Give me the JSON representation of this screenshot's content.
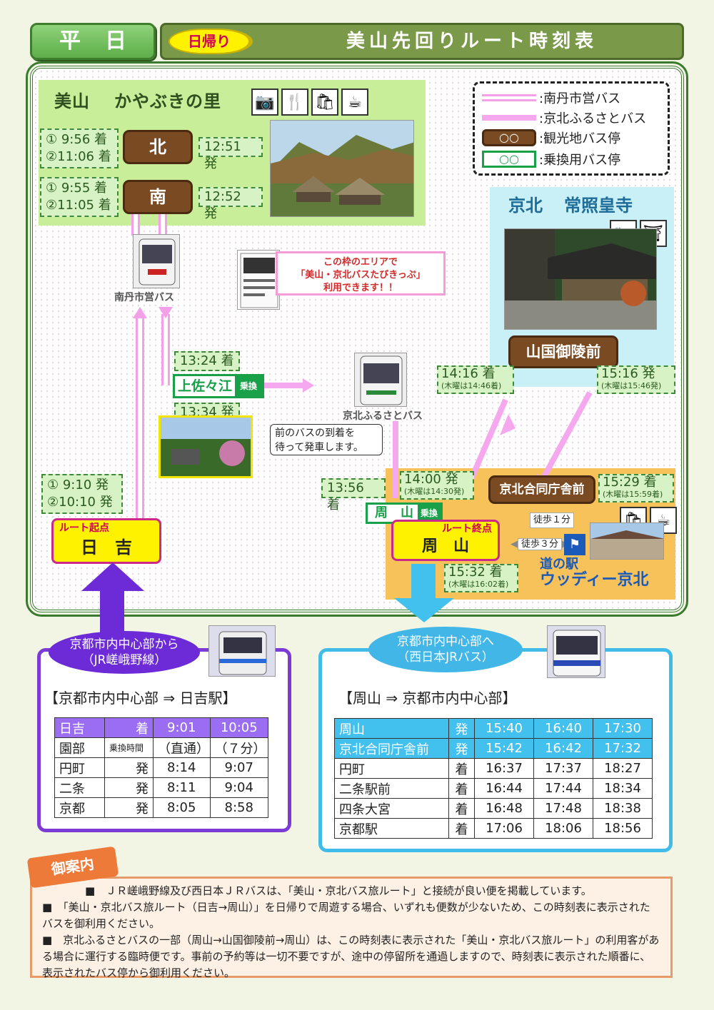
{
  "header": {
    "day": "平日",
    "badge": "日帰り",
    "title": "美山先回りルート時刻表"
  },
  "miyama": {
    "title_a": "美山",
    "title_b": "かやぶきの里",
    "icons": [
      "camera-icon",
      "restaurant-icon",
      "shopping-icon",
      "cafe-icon"
    ],
    "kita": {
      "name": "北",
      "arr1": "① 9:56 着",
      "arr2": "②11:06 着",
      "dep": "12:51 発"
    },
    "minami": {
      "name": "南",
      "arr1": "① 9:55 着",
      "arr2": "②11:05 着",
      "dep": "12:52 発"
    }
  },
  "legend": {
    "items": [
      ":南丹市営バス",
      ":京北ふるさとバス",
      ":観光地バス停",
      ":乗換用バス停"
    ],
    "stop_symbol": "○○"
  },
  "keihoku": {
    "title_a": "京北",
    "title_b": "常照皇寺",
    "icons": [
      "camera-icon",
      "temple-icon"
    ],
    "stop": "山国御陵前",
    "arr": "14:16 着",
    "arr_note": "(木曜は14:46着)",
    "dep": "15:16 発",
    "dep_note": "(木曜は15:46発)"
  },
  "nantan_bus": "南丹市営バス",
  "furusato_bus": "京北ふるさとバス",
  "ticket_note": {
    "line1": "この枠のエリアで",
    "line2": "「美山・京北バスたびきっぷ」",
    "line3": "利用できます！！"
  },
  "kamisazue": {
    "name": "上佐々江",
    "transfer": "乗換",
    "arr": "13:24 着",
    "dep": "13:34 発"
  },
  "speech": {
    "line1": "前のバスの到着を",
    "line2": "待って発車します。"
  },
  "hiyoshi": {
    "route_start": "ルート起点",
    "name": "日　吉",
    "dep1": "① 9:10 発",
    "dep2": "②10:10 発"
  },
  "shuzan": {
    "stop": "周　山",
    "transfer": "乗換",
    "arr": "13:56 着",
    "dep": "14:00 発",
    "dep_note": "(木曜は14:30発)",
    "route_end": "ルート終点",
    "name": "周　山",
    "arr_end": "15:32 着",
    "arr_end_note": "(木曜は16:02着)"
  },
  "godo": {
    "name": "京北合同庁舎前",
    "arr": "15:29 着",
    "arr_note": "(木曜は15:59着)",
    "walk1": "徒歩１分",
    "walk3": "徒歩３分"
  },
  "wood": {
    "name1": "道の駅",
    "name2": "ウッディー京北",
    "icons": [
      "shopping-icon",
      "cafe-icon"
    ]
  },
  "from_kyoto": {
    "oval1": "京都市内中心部から",
    "oval2": "（JR嵯峨野線）",
    "title": "【京都市内中心部 ⇒ 日吉駅】",
    "rows": [
      [
        "日吉",
        "着",
        "9:01",
        "10:05"
      ],
      [
        "園部",
        "乗換時間",
        "（直通）",
        "（７分）"
      ],
      [
        "円町",
        "発",
        "8:14",
        "9:07"
      ],
      [
        "二条",
        "発",
        "8:11",
        "9:04"
      ],
      [
        "京都",
        "発",
        "8:05",
        "8:58"
      ]
    ]
  },
  "to_kyoto": {
    "oval1": "京都市内中心部へ",
    "oval2": "（西日本JRバス）",
    "title": "【周山 ⇒ 京都市内中心部】",
    "rows": [
      [
        "周山",
        "発",
        "15:40",
        "16:40",
        "17:30"
      ],
      [
        "京北合同庁舎前",
        "発",
        "15:42",
        "16:42",
        "17:32"
      ],
      [
        "円町",
        "着",
        "16:37",
        "17:37",
        "18:27"
      ],
      [
        "二条駅前",
        "着",
        "16:44",
        "17:44",
        "18:34"
      ],
      [
        "四条大宮",
        "着",
        "16:48",
        "17:48",
        "18:38"
      ],
      [
        "京都駅",
        "着",
        "17:06",
        "18:06",
        "18:56"
      ]
    ]
  },
  "guide": {
    "label": "御案内",
    "p1": "■　ＪＲ嵯峨野線及び西日本ＪＲバスは、「美山・京北バス旅ルート」と接続が良い便を掲載しています。",
    "p2": "■　「美山・京北バス旅ルート（日吉→周山）」を日帰りで周遊する場合、いずれも便数が少ないため、この時刻表に表示されたバスを御利用ください。",
    "p3": "■　京北ふるさとバスの一部（周山→山国御陵前→周山）は、この時刻表に表示された「美山・京北バス旅ルート」の利用客がある場合に運行する臨時便です。事前の予約等は一切不要ですが、途中の停留所を通過しますので、時刻表に表示された順番に、表示されたバス停から御利用ください。"
  }
}
